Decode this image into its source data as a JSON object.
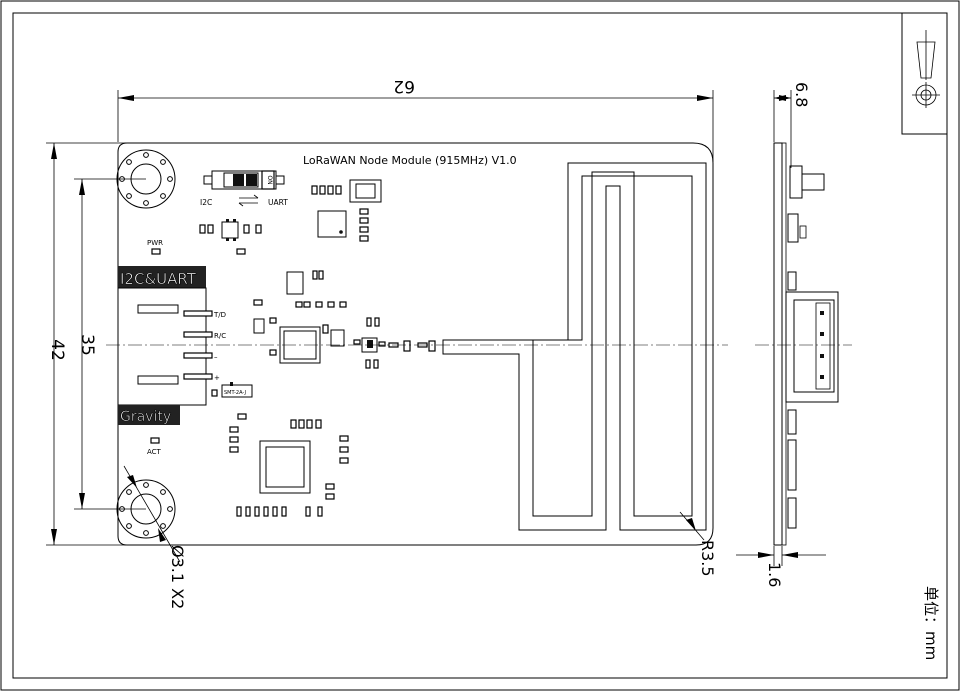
{
  "board": {
    "title": "LoRaWAN Node Module (915MHz) V1.0",
    "label_i2c": "I2C",
    "label_uart": "UART",
    "label_pwr": "PWR",
    "label_act": "ACT",
    "label_i2c_uart": "I2C&UART",
    "label_gravity": "Gravity",
    "switch_text": "ON",
    "pin_labels": [
      "T/D",
      "R/C",
      "–",
      "+"
    ],
    "ic_text": "SMT-2A-J"
  },
  "dimensions": {
    "width": "62",
    "height": "42",
    "inner_height": "35",
    "hole": "Ø3.1 X2",
    "corner_radius": "R3.5",
    "side_height": "6.8",
    "side_thickness": "1.6"
  },
  "unit_note": "单位：mm"
}
